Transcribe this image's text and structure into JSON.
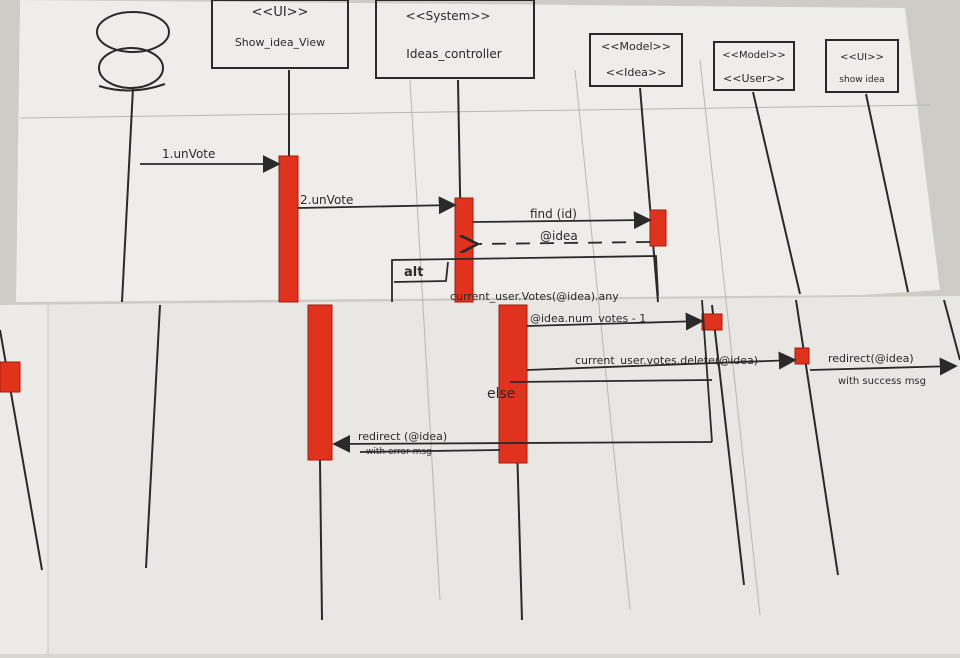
{
  "diagram": {
    "lifelines": [
      {
        "id": "actor",
        "stereotype": "",
        "name": ""
      },
      {
        "id": "show_view",
        "stereotype": "<<UI>>",
        "name": "Show_idea_View"
      },
      {
        "id": "controller",
        "stereotype": "<<System>>",
        "name": "Ideas_controller"
      },
      {
        "id": "idea",
        "stereotype": "<<Model>>",
        "name": "<<Idea>>"
      },
      {
        "id": "user",
        "stereotype": "<<Model>>",
        "name": "<<User>>"
      },
      {
        "id": "show_idea",
        "stereotype": "<<UI>>",
        "name": "show idea"
      }
    ],
    "messages": {
      "m1": "1.unVote",
      "m2": "2.unVote",
      "m3": "find (id)",
      "m4": "@idea",
      "m5": "current_user.Votes(@idea).any",
      "m6": "@idea.num_votes - 1",
      "m7": "current_user.votes.delete(@idea)",
      "m8": "redirect(@idea)",
      "m8b": "with success msg",
      "m9": "redirect (@idea)",
      "m9b": "with error msg"
    },
    "fragment": {
      "operator": "alt",
      "else_label": "else"
    },
    "colors": {
      "paper": "#f1efec",
      "ink": "#2a2a2a",
      "activation": "#e0321c"
    }
  }
}
